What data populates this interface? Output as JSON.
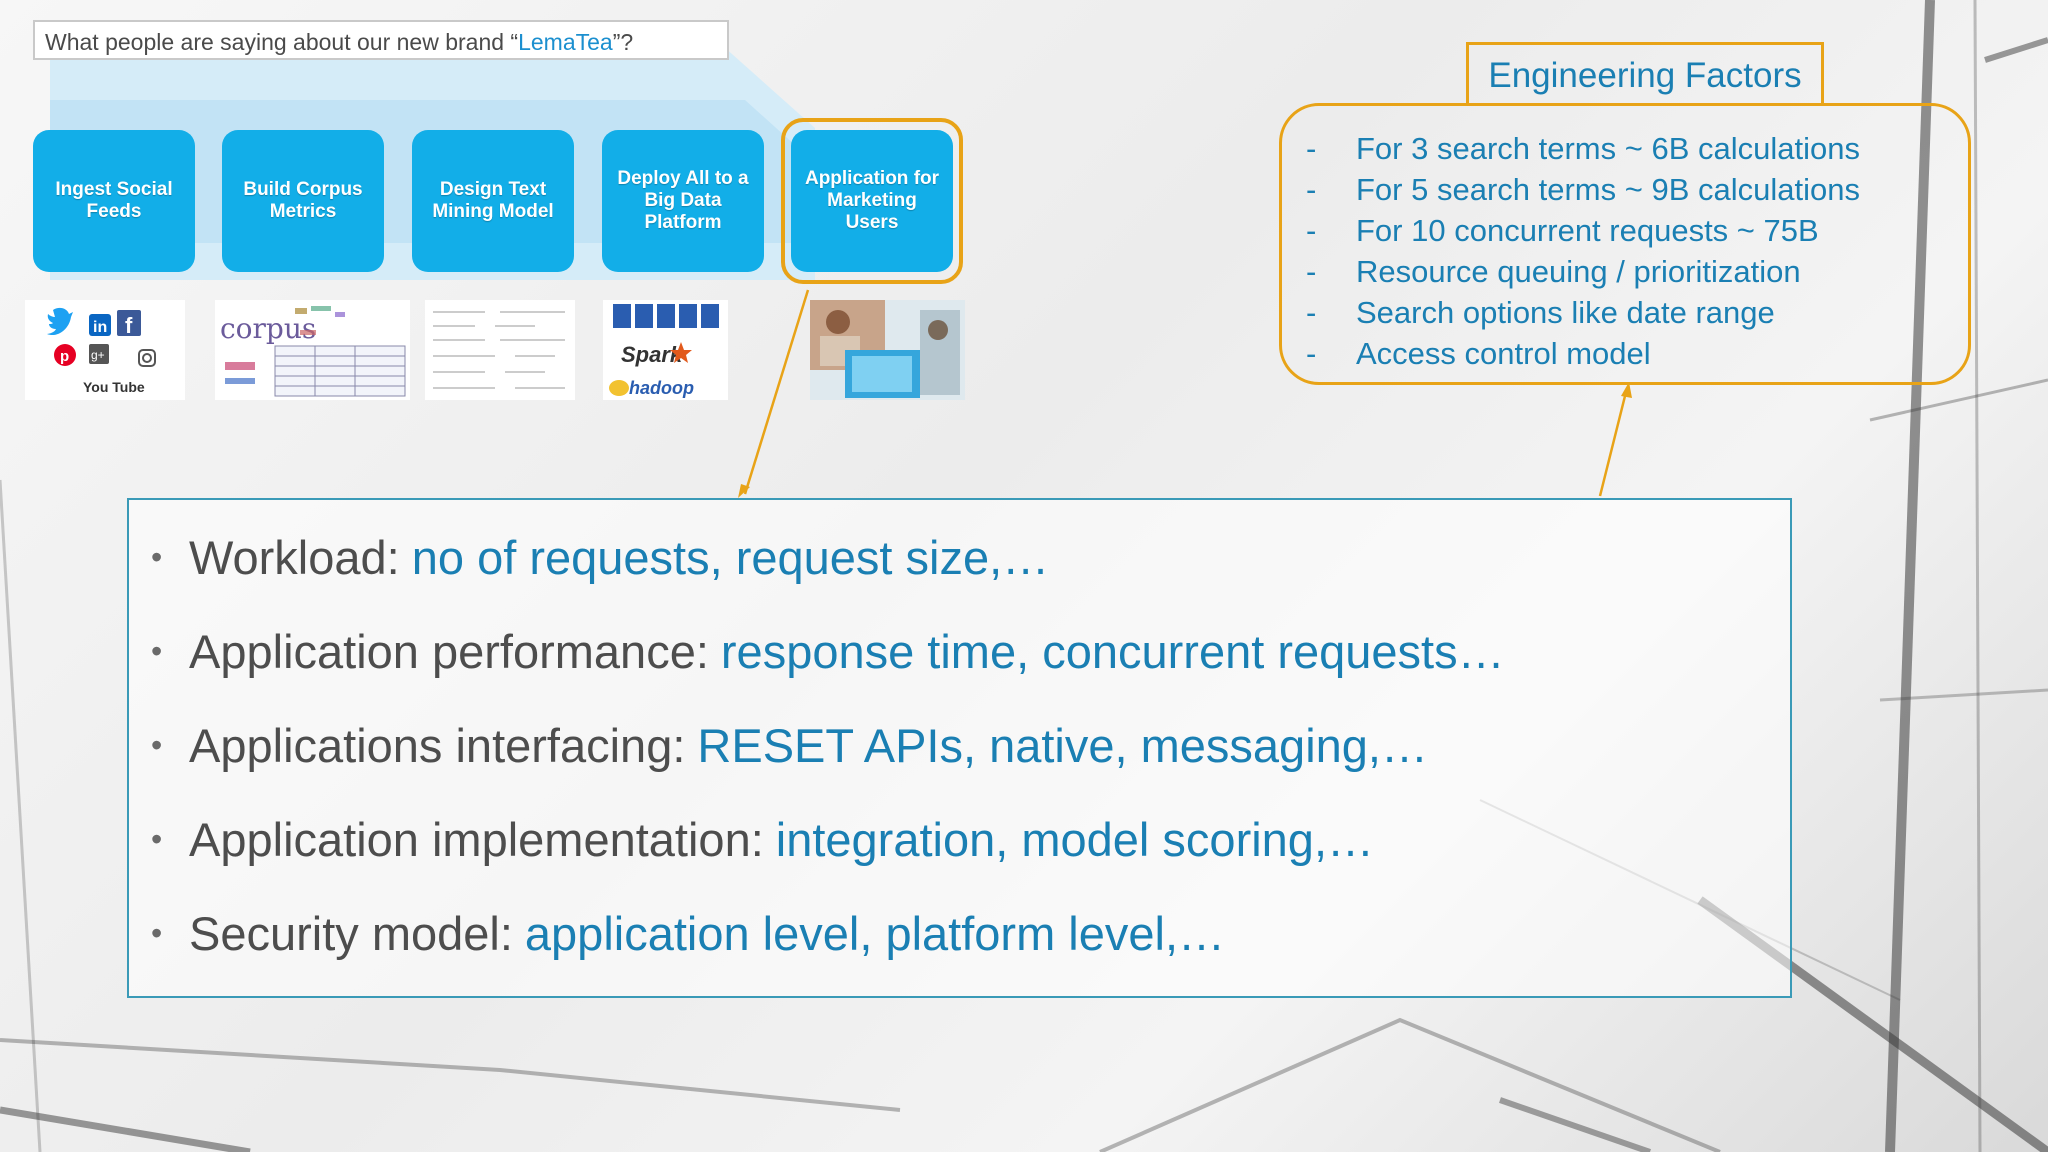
{
  "process": {
    "question_prefix": "What people are saying about our new brand “",
    "question_brand": "LemaTea",
    "question_suffix": "”?",
    "steps": [
      "Ingest Social Feeds",
      "Build Corpus Metrics",
      "Design Text Mining Model",
      "Deploy All to a Big Data Platform",
      "Application for Marketing Users"
    ],
    "corpus_word": "corpus",
    "spark_word": "Spark",
    "hadoop_word": "hadoop",
    "youtube_word": "You Tube"
  },
  "engineering_factors": {
    "title": "Engineering Factors",
    "items": [
      "For 3 search terms ~ 6B calculations",
      "For 5 search terms ~ 9B calculations",
      "For 10 concurrent requests ~ 75B",
      "Resource queuing / prioritization",
      "Search options like date range",
      "Access control model"
    ]
  },
  "requirements": [
    {
      "label": "Workload:",
      "value": "no of requests, request size,…"
    },
    {
      "label": "Application performance:",
      "value": "response time, concurrent requests…"
    },
    {
      "label": "Applications interfacing:",
      "value": "RESET APIs, native, messaging,…"
    },
    {
      "label": "Application implementation:",
      "value": "integration, model scoring,…"
    },
    {
      "label": "Security model:",
      "value": "application level, platform level,…"
    }
  ],
  "colors": {
    "step_blue": "#12aee8",
    "highlight_orange": "#e8a317",
    "accent_text": "#1a7fb3",
    "body_text": "#4d4d4d",
    "box_border": "#3a9ab7"
  },
  "icons": {
    "social": [
      "twitter-icon",
      "linkedin-icon",
      "facebook-icon",
      "pinterest-icon",
      "google-plus-icon",
      "youtube-icon",
      "instagram-icon"
    ]
  }
}
